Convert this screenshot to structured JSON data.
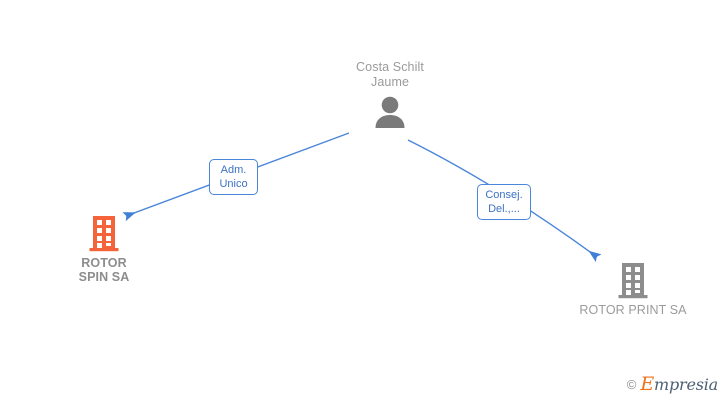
{
  "diagram": {
    "type": "org-relationship-graph",
    "background_color": "#ffffff",
    "edge_color": "#4a86d9",
    "person_color": "#7a7a7a",
    "highlight_color": "#f4633a",
    "company_color": "#8d8d8d"
  },
  "nodes": {
    "person": {
      "name": "Costa Schilt\nJaume",
      "icon": "person-icon",
      "color": "#7a7a7a"
    },
    "company_left": {
      "name": "ROTOR\nSPIN SA",
      "icon": "building-icon",
      "color": "#f4633a",
      "highlighted": true
    },
    "company_right": {
      "name": "ROTOR PRINT SA",
      "icon": "building-icon",
      "color": "#8d8d8d",
      "highlighted": false
    }
  },
  "edges": [
    {
      "from": "person",
      "to": "company_left",
      "label": "Adm.\nUnico",
      "color": "#4a86d9"
    },
    {
      "from": "person",
      "to": "company_right",
      "label": "Consej.\nDel.,...",
      "color": "#4a86d9"
    }
  ],
  "watermark": {
    "copyright": "©",
    "brand_first": "E",
    "brand_rest": "mpresia"
  }
}
